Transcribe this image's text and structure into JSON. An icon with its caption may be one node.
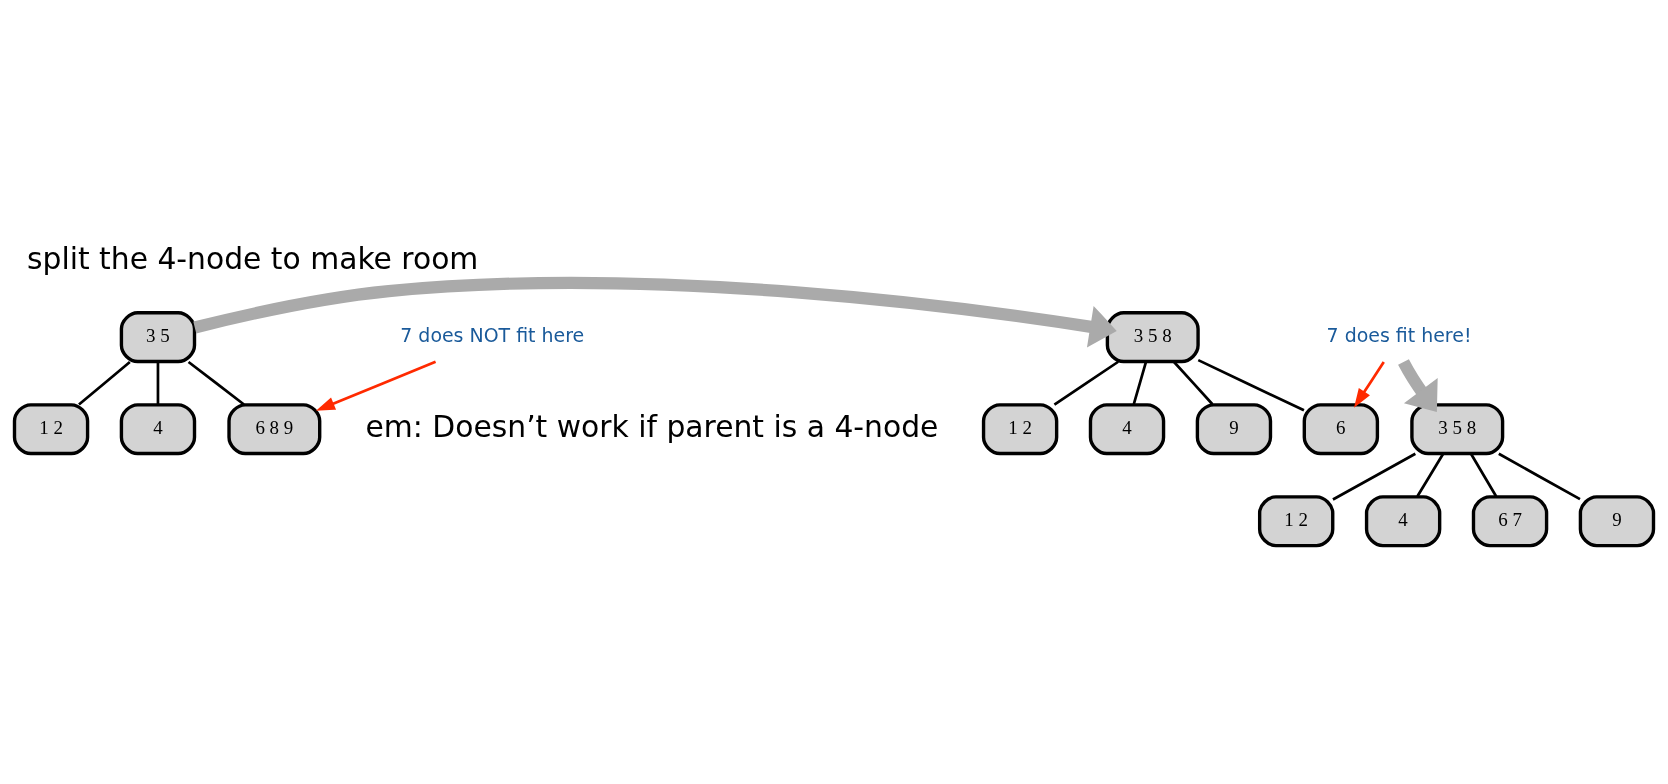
{
  "diagram": {
    "title": "split the 4-node to make room",
    "nodes": [
      {
        "text": [
          "3 5"
        ]
      },
      {
        "text": [
          "1 2"
        ]
      },
      {
        "text": [
          "4"
        ]
      },
      {
        "text": [
          "6 8 9"
        ]
      },
      {
        "text": [
          "7 does NOT fit here"
        ]
      },
      {
        "text": [
          "3 5 8"
        ]
      },
      {
        "text": [
          "1 2"
        ]
      },
      {
        "text": [
          "4"
        ]
      },
      {
        "text": [
          "6"
        ]
      },
      {
        "text": [
          "9"
        ]
      },
      {
        "text": [
          "7 does fit here!"
        ]
      },
      {
        "text": [
          "3 5 8"
        ]
      },
      {
        "text": [
          "1 2"
        ]
      },
      {
        "text": [
          "4"
        ]
      },
      {
        "text": [
          "6 7"
        ]
      },
      {
        "text": [
          "9"
        ]
      }
    ],
    "edges": [
      {
        "from": 0,
        "to": 1,
        "arrow": "none"
      },
      {
        "from": 0,
        "to": 2,
        "arrow": "none"
      },
      {
        "from": 0,
        "to": 3,
        "arrow": "none"
      },
      {
        "from": 4,
        "to": 3,
        "arrow": "to",
        "color": "#ff2a00"
      },
      {
        "from": 0,
        "to": 5,
        "arrow": "to",
        "style": "thick",
        "color": "#aaaaaa"
      },
      {
        "from": 5,
        "to": 6,
        "arrow": "none"
      },
      {
        "from": 5,
        "to": 7,
        "arrow": "none"
      },
      {
        "from": 5,
        "to": 8,
        "arrow": "none"
      },
      {
        "from": 5,
        "to": 9,
        "arrow": "none"
      },
      {
        "from": 10,
        "to": 8,
        "arrow": "to",
        "color": "#ff2a00"
      },
      {
        "from": 10,
        "to": 11,
        "arrow": "to",
        "style": "thick",
        "color": "#aaaaaa"
      },
      {
        "from": 11,
        "to": 12,
        "arrow": "none"
      },
      {
        "from": 11,
        "to": 13,
        "arrow": "none"
      },
      {
        "from": 11,
        "to": 14,
        "arrow": "none"
      },
      {
        "from": 11,
        "to": 15,
        "arrow": "none"
      }
    ],
    "labels": [
      "em: Doesn’t work if parent is a 4-node"
    ]
  }
}
